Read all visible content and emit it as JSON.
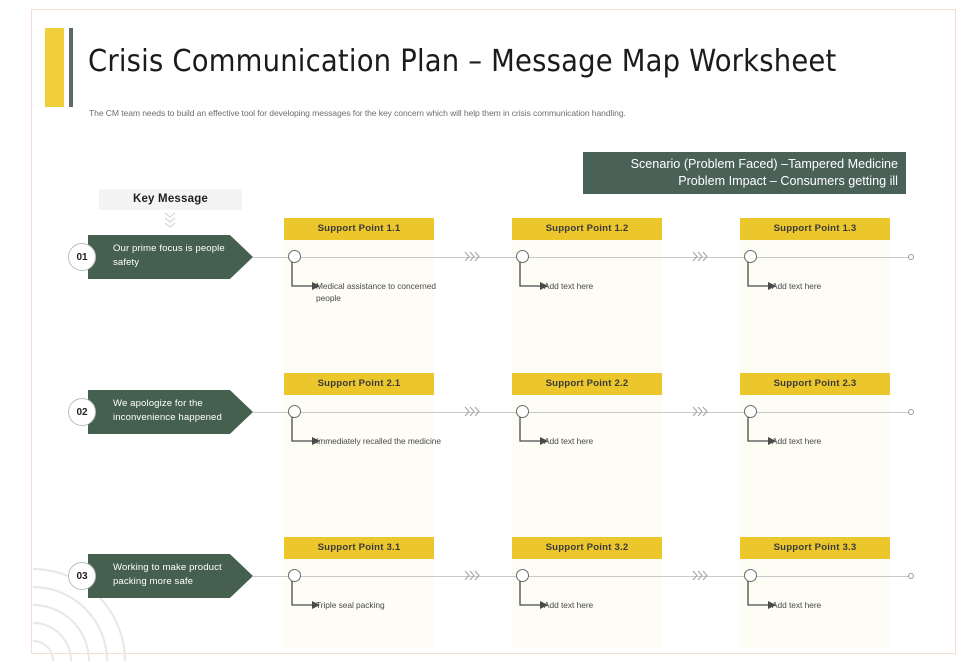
{
  "slide": {
    "title": "Crisis Communication Plan – Message Map Worksheet",
    "subtitle": "The CM team needs to build an effective tool for developing messages for the key concern which will help them in crisis communication handling."
  },
  "scenario": {
    "line1": "Scenario (Problem Faced) –Tampered Medicine",
    "line2": "Problem Impact – Consumers getting ill"
  },
  "key_message_header": {
    "label": "Key Message"
  },
  "colors": {
    "green": "#46604f",
    "scenario_green": "#4a6158",
    "yellow": "#ecc72c",
    "title_yellow": "#f0cf3a",
    "column_bg": "#fdfcf5",
    "frame": "#f5ddd0",
    "spine": "#c9c9c9"
  },
  "column_headers": [
    {
      "c1": "Support Point 1.1",
      "c2": "Support Point 1.2",
      "c3": "Support Point 1.3"
    },
    {
      "c1": "Support Point 2.1",
      "c2": "Support Point 2.2",
      "c3": "Support Point 2.3"
    },
    {
      "c1": "Support Point 3.1",
      "c2": "Support Point 3.2",
      "c3": "Support Point 3.3"
    }
  ],
  "rows": [
    {
      "number": "01",
      "key_message": "Our prime focus is people safety",
      "sp1_header": "Support Point 1.1",
      "sp2_header": "Support Point 1.2",
      "sp3_header": "Support Point 1.3",
      "sp1_text": "Medical assistance to concerned people",
      "sp2_text": "Add text here",
      "sp3_text": "Add text here"
    },
    {
      "number": "02",
      "key_message": "We apologize for the inconvenience happened",
      "sp1_header": "Support Point 2.1",
      "sp2_header": "Support Point 2.2",
      "sp3_header": "Support Point 2.3",
      "sp1_text": "Immediately recalled the medicine",
      "sp2_text": "Add text here",
      "sp3_text": "Add text here"
    },
    {
      "number": "03",
      "key_message": "Working to make product packing more safe",
      "sp1_header": "Support Point 3.1",
      "sp2_header": "Support Point 3.2",
      "sp3_header": "Support Point 3.3",
      "sp1_text": "Triple seal packing",
      "sp2_text": "Add text here",
      "sp3_text": "Add text here"
    }
  ]
}
